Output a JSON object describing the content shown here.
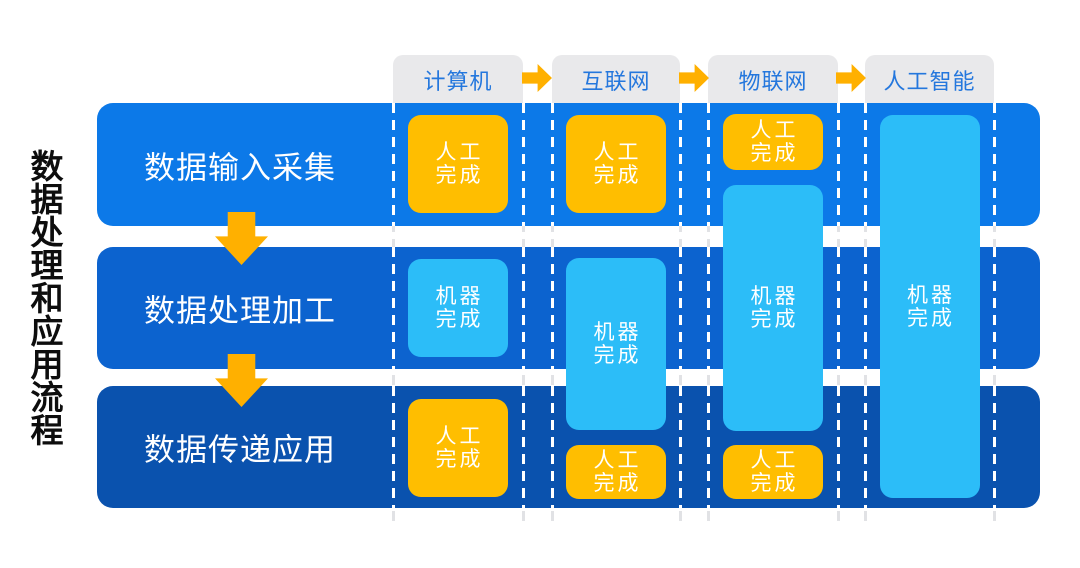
{
  "title": "数据处理和应用流程",
  "columns": [
    {
      "id": "computer",
      "label": "计算机"
    },
    {
      "id": "internet",
      "label": "互联网"
    },
    {
      "id": "iot",
      "label": "物联网"
    },
    {
      "id": "ai",
      "label": "人工智能"
    }
  ],
  "rows": [
    {
      "id": "input-collection",
      "label": "数据输入采集"
    },
    {
      "id": "processing",
      "label": "数据处理加工"
    },
    {
      "id": "transfer-application",
      "label": "数据传递应用"
    }
  ],
  "cells": [
    {
      "column": 0,
      "row_span": "r1",
      "type": "human",
      "label": "人工完成",
      "lines": [
        "人工",
        "完成"
      ]
    },
    {
      "column": 0,
      "row_span": "r2",
      "type": "machine",
      "label": "机器完成",
      "lines": [
        "机器",
        "完成"
      ]
    },
    {
      "column": 0,
      "row_span": "r3",
      "type": "human",
      "label": "人工完成",
      "lines": [
        "人工",
        "完成"
      ]
    },
    {
      "column": 1,
      "row_span": "r1",
      "type": "human",
      "label": "人工完成",
      "lines": [
        "人工",
        "完成"
      ]
    },
    {
      "column": 1,
      "row_span": "r2_r3",
      "type": "machine",
      "label": "机器完成",
      "lines": [
        "机器",
        "完成"
      ]
    },
    {
      "column": 1,
      "row_span": "r3_small",
      "type": "human",
      "label": "人工完成",
      "lines": [
        "人工",
        "完成"
      ]
    },
    {
      "column": 2,
      "row_span": "r1_small",
      "type": "human",
      "label": "人工完成",
      "lines": [
        "人工",
        "完成"
      ]
    },
    {
      "column": 2,
      "row_span": "r1_r3",
      "type": "machine",
      "label": "机器完成",
      "lines": [
        "机器",
        "完成"
      ]
    },
    {
      "column": 2,
      "row_span": "r3_small",
      "type": "human",
      "label": "人工完成",
      "lines": [
        "人工",
        "完成"
      ]
    },
    {
      "column": 3,
      "row_span": "full",
      "type": "machine",
      "label": "机器完成",
      "lines": [
        "机器",
        "完成"
      ]
    }
  ],
  "colors": {
    "row1": "#0c79e8",
    "row2": "#0c63cf",
    "row3": "#0a52ae",
    "human_box": "#ffbe00",
    "machine_box": "#2cbdf8",
    "arrow": "#ffb000",
    "tab_bg": "#e9e9eb",
    "tab_text": "#2477dd",
    "dash_gray": "#e1e2e5",
    "title_text": "#0d0d0d"
  }
}
